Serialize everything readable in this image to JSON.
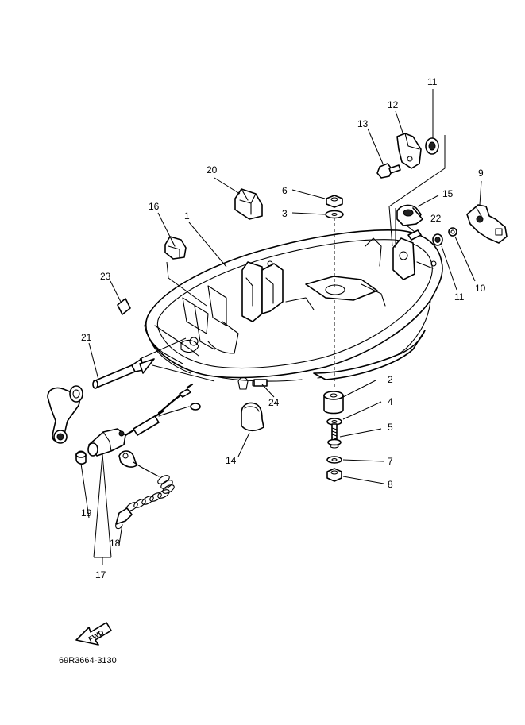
{
  "diagram": {
    "part_number": "69R3664-3130",
    "fwd_label": "FWD",
    "callouts": [
      {
        "id": "c1",
        "label": "1"
      },
      {
        "id": "c2",
        "label": "2"
      },
      {
        "id": "c3",
        "label": "3"
      },
      {
        "id": "c4",
        "label": "4"
      },
      {
        "id": "c5",
        "label": "5"
      },
      {
        "id": "c6",
        "label": "6"
      },
      {
        "id": "c7",
        "label": "7"
      },
      {
        "id": "c8",
        "label": "8"
      },
      {
        "id": "c9",
        "label": "9"
      },
      {
        "id": "c10",
        "label": "10"
      },
      {
        "id": "c11a",
        "label": "11"
      },
      {
        "id": "c11b",
        "label": "11"
      },
      {
        "id": "c12",
        "label": "12"
      },
      {
        "id": "c13",
        "label": "13"
      },
      {
        "id": "c14",
        "label": "14"
      },
      {
        "id": "c15",
        "label": "15"
      },
      {
        "id": "c16",
        "label": "16"
      },
      {
        "id": "c17",
        "label": "17"
      },
      {
        "id": "c18",
        "label": "18"
      },
      {
        "id": "c19",
        "label": "19"
      },
      {
        "id": "c20",
        "label": "20"
      },
      {
        "id": "c21",
        "label": "21"
      },
      {
        "id": "c22",
        "label": "22"
      },
      {
        "id": "c23",
        "label": "23"
      },
      {
        "id": "c24",
        "label": "24"
      }
    ]
  }
}
